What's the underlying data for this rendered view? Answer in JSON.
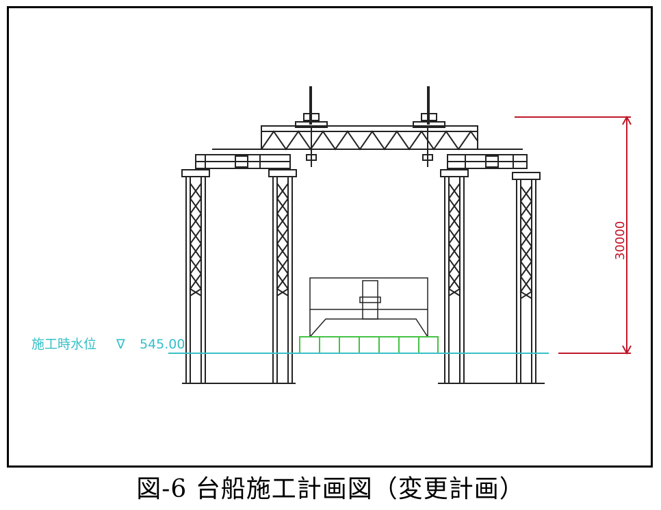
{
  "caption": "図-6 台船施工計画図（変更計画）",
  "water_level": {
    "label": "施工時水位",
    "symbol": "∇",
    "value": "545.00"
  },
  "dimension": {
    "value": "30000"
  },
  "colors": {
    "structure": "#222222",
    "water_line": "#34c0c8",
    "dimension": "#c0172a",
    "barge": "#44c244"
  }
}
